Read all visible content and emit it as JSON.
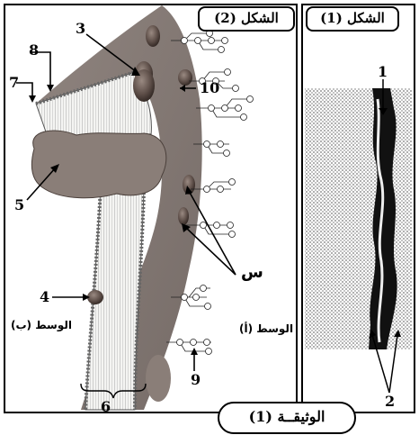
{
  "figure_1": {
    "title": "الشكل (1)",
    "label_top": "1",
    "label_bottom": "2"
  },
  "figure_2": {
    "title": "الشكل (2)",
    "labels": {
      "n3": "3",
      "n4": "4",
      "n5": "5",
      "n6": "6",
      "n7": "7",
      "n8": "8",
      "n9": "9",
      "n10": "10",
      "s": "س"
    },
    "medium_a": "الوسط (أ)",
    "medium_b": "الوسط (ب)"
  },
  "document_label": "الوثيقــة (1)"
}
